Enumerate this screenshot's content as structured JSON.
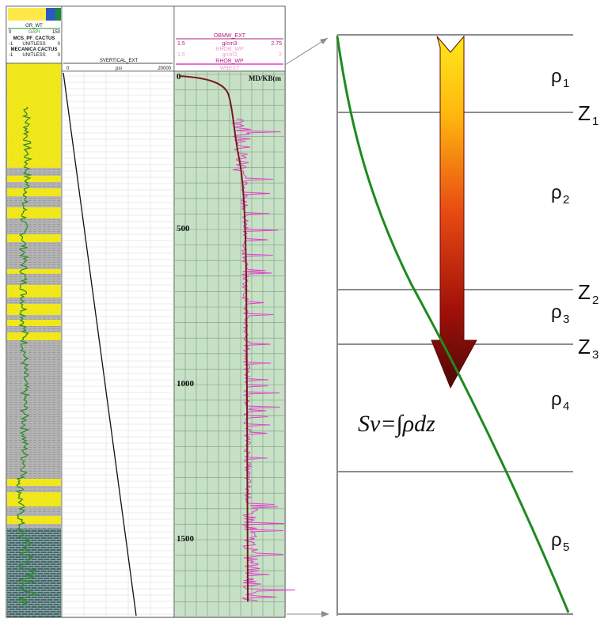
{
  "well_log": {
    "track1_header": {
      "curve1_name": "GR_WT",
      "curve2_name": "GAPI",
      "curve2_range": [
        "0",
        "150"
      ],
      "curve3_name": "MCS_PF_CACTUS",
      "curve3_unit": "UNITLESS",
      "curve3_range": [
        "-1",
        "0"
      ],
      "curve4_name": "MECANICA CACTUS",
      "curve4_unit": "UNITLESS",
      "curve4_range": [
        "-1",
        "0"
      ]
    },
    "track2_header": {
      "curve_name": "SVERTICAL_EXT",
      "unit": "psi",
      "range_min": "0",
      "range_max": "20000"
    },
    "track3_header": {
      "curve1_name": "OBMW_EXT",
      "curve1_unit": "g/cm3",
      "curve1_range": [
        "1.5",
        "2.75"
      ],
      "curve2_name": "RHOB_WP",
      "curve2_unit": "g/cm3",
      "curve2_range": [
        "1.5",
        "2"
      ],
      "curve3_name": "RHOB_WP",
      "curve4_name": "WBEXT",
      "depth_label": "MD/KB(m"
    },
    "depth_ticks": [
      "0",
      "500",
      "1000",
      "1500"
    ],
    "colors": {
      "sand": "#f5ec1e",
      "shale": "#b4b4b4",
      "limestone": "#44676a",
      "gr_curve": "#2e8b2e",
      "track3_bg": "#c6e1c6",
      "rhob_curve": "#e040c8",
      "obmw_curve": "#7a1a1a"
    }
  },
  "schematic": {
    "formula": "Sv=∫ρdz",
    "layers": [
      {
        "symbol": "ρ",
        "sub": "1"
      },
      {
        "symbol": "ρ",
        "sub": "2"
      },
      {
        "symbol": "ρ",
        "sub": "3"
      },
      {
        "symbol": "ρ",
        "sub": "4"
      },
      {
        "symbol": "ρ",
        "sub": "5"
      }
    ],
    "boundaries": [
      {
        "symbol": "Z",
        "sub": "1"
      },
      {
        "symbol": "Z",
        "sub": "2"
      },
      {
        "symbol": "Z",
        "sub": "3"
      }
    ],
    "colors": {
      "curve": "#1f8a1f",
      "lines": "#8c8c8c",
      "arrow_top": "#ffd21a",
      "arrow_mid": "#e32a12",
      "arrow_bottom": "#5a0a0a"
    }
  }
}
